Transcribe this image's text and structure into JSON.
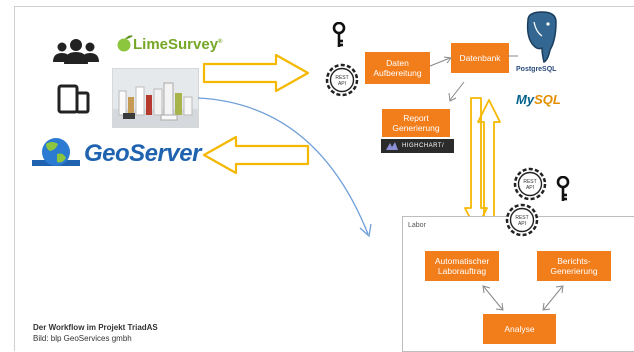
{
  "logos": {
    "limesurvey": "LimeSurvey",
    "limesurvey_mark": "®",
    "geoserver": "GeoServer",
    "postgresql": "PostgreSQL",
    "mysql_my": "My",
    "mysql_sql": "SQL",
    "highcharts": "HIGHCHART/"
  },
  "api_label_top": "REST",
  "api_label_bottom": "API",
  "boxes": {
    "daten_aufbereitung": "Daten Aufbereitung",
    "datenbank": "Datenbank",
    "report": "Report Generierung",
    "auto_laborauftrag": "Automatischer Laborauftrag",
    "berichts": "Berichts-Generierung",
    "analyse": "Analyse"
  },
  "labor_title": "Labor",
  "caption": {
    "title": "Der Workflow im Projekt TriadAS",
    "credit": "Bild: blp GeoServices gmbh"
  },
  "colors": {
    "box_orange": "#f27d1b",
    "arrow_yellow": "#f5b800",
    "flow_blue": "#6f9fd8"
  }
}
